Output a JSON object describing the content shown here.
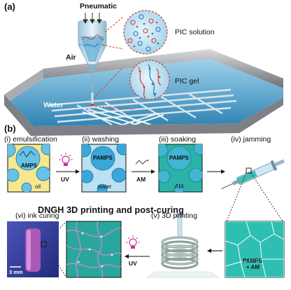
{
  "panel_a": {
    "tag": "(a)",
    "pneumatic": "Pneumatic",
    "air": "Air",
    "water": "Water",
    "pic_solution": "PIC solution",
    "pic_gel": "PIC gel"
  },
  "panel_b": {
    "tag": "(b)",
    "steps": {
      "emulsification": "(i) emulsification",
      "washing": "(ii) washing",
      "soaking": "(iii) soaking",
      "jamming": "(iv) jamming",
      "printing": "(v) 3D printing",
      "curing": "(vi) ink curing"
    },
    "box_labels": {
      "amps": "AMPS",
      "oil": "oil",
      "pamps_1": "PAMPS",
      "water": "water",
      "pamps_2": "PAMPS",
      "am": "AM",
      "pamps_am_1": "PAMPS",
      "pamps_am_2": "+ AM"
    },
    "arrow_labels": {
      "uv_1": "UV",
      "am_arrow": "AM",
      "uv_2": "UV"
    },
    "heading": "DNGH 3D printing and post-curing",
    "scale_bar": "3 mm"
  },
  "colors": {
    "water_blue": "#4aa3c9",
    "pool_wall": "#8a8d92",
    "teal": "#2bb3a8",
    "light_blue": "#b9e1f1",
    "oil_yellow": "#f5e88f",
    "droplet_blue": "#66c2e6",
    "chain_red": "#d63b3b",
    "chain_blue": "#2a6fb8",
    "uv_lamp": "#c8349a"
  },
  "icons": [
    "nozzle-icon",
    "syringe-icon",
    "uv-lamp-icon",
    "magnifier-icon"
  ]
}
